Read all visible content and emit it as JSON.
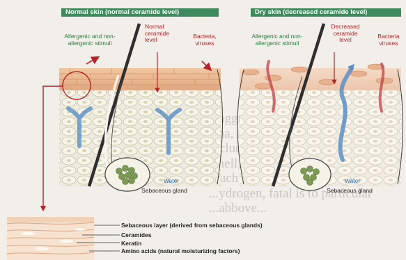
{
  "background_text": "...aggrava\nsma, a\nincludi\nsmell, m\nmuch as\n...ydrogen, fatal is to particular\n...abbove...",
  "panels": [
    {
      "title": "Normal skin (normal ceramide level)",
      "labels": {
        "stimuli": "Allergenic and non-allergenic stimuli",
        "ceramide": "Normal ceramide level",
        "bacteria": "Bacteria, viruses",
        "water": "Water",
        "gland": "Sebaceous gland"
      }
    },
    {
      "title": "Dry skin (decreased ceramide level)",
      "labels": {
        "stimuli": "Allergenic and non-allergenic stimuli",
        "ceramide": "Decreased ceramide level",
        "bacteria": "Bacteria viruses",
        "water": "Water",
        "gland": "Sebaceous gland"
      }
    }
  ],
  "legend": [
    "Sebaceous layer (derived from sebaceous glands)",
    "Ceramides",
    "Keratin",
    "Amino acids (natural moisturizing factors)"
  ],
  "colors": {
    "title_bg": "#3f8a5c",
    "green_text": "#2f7a46",
    "red_text": "#b5232a",
    "water_arrow": "#5b8fc6",
    "stimuli_arrow": "#c0404a"
  }
}
